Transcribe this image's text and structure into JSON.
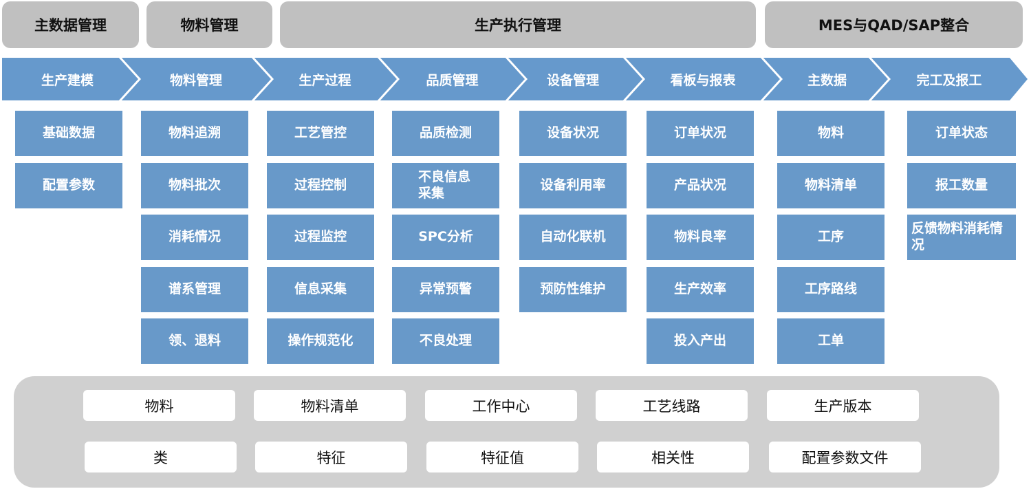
{
  "headers": [
    "主数据管理",
    "物料管理",
    "生产执行管理",
    "MES与QAD/SAP整合"
  ],
  "stages": [
    {
      "label": "生产建模",
      "items": [
        "基础数据",
        "配置参数"
      ]
    },
    {
      "label": "物料管理",
      "items": [
        "物料追溯",
        "物料批次",
        "消耗情况",
        "谱系管理",
        "领、退料"
      ]
    },
    {
      "label": "生产过程",
      "items": [
        "工艺管控",
        "过程控制",
        "过程监控",
        "信息采集",
        "操作规范化"
      ]
    },
    {
      "label": "品质管理",
      "items": [
        "品质检测",
        "不良信息\n采集",
        "SPC分析",
        "异常预警",
        "不良处理"
      ]
    },
    {
      "label": "设备管理",
      "items": [
        "设备状况",
        "设备利用率",
        "自动化联机",
        "预防性维护"
      ]
    },
    {
      "label": "看板与报表",
      "items": [
        "订单状况",
        "产品状况",
        "物料良率",
        "生产效率",
        "投入产出"
      ]
    },
    {
      "label": "主数据",
      "items": [
        "物料",
        "物料清单",
        "工序",
        "工序路线",
        "工单"
      ]
    },
    {
      "label": "完工及报工",
      "items": [
        "订单状态",
        "报工数量",
        "反馈物料消耗情况"
      ]
    }
  ],
  "bottom": {
    "row1": [
      "物料",
      "物料清单",
      "工作中心",
      "工艺线路",
      "生产版本"
    ],
    "row2": [
      "类",
      "特征",
      "特征值",
      "相关性",
      "配置参数文件"
    ]
  },
  "colors": {
    "header_bg": "#c0c0c0",
    "arrow_fill": "#6699cc",
    "cell_bg": "#6899c9",
    "panel_bg": "#d0d0d0",
    "tile_bg": "#ffffff"
  }
}
